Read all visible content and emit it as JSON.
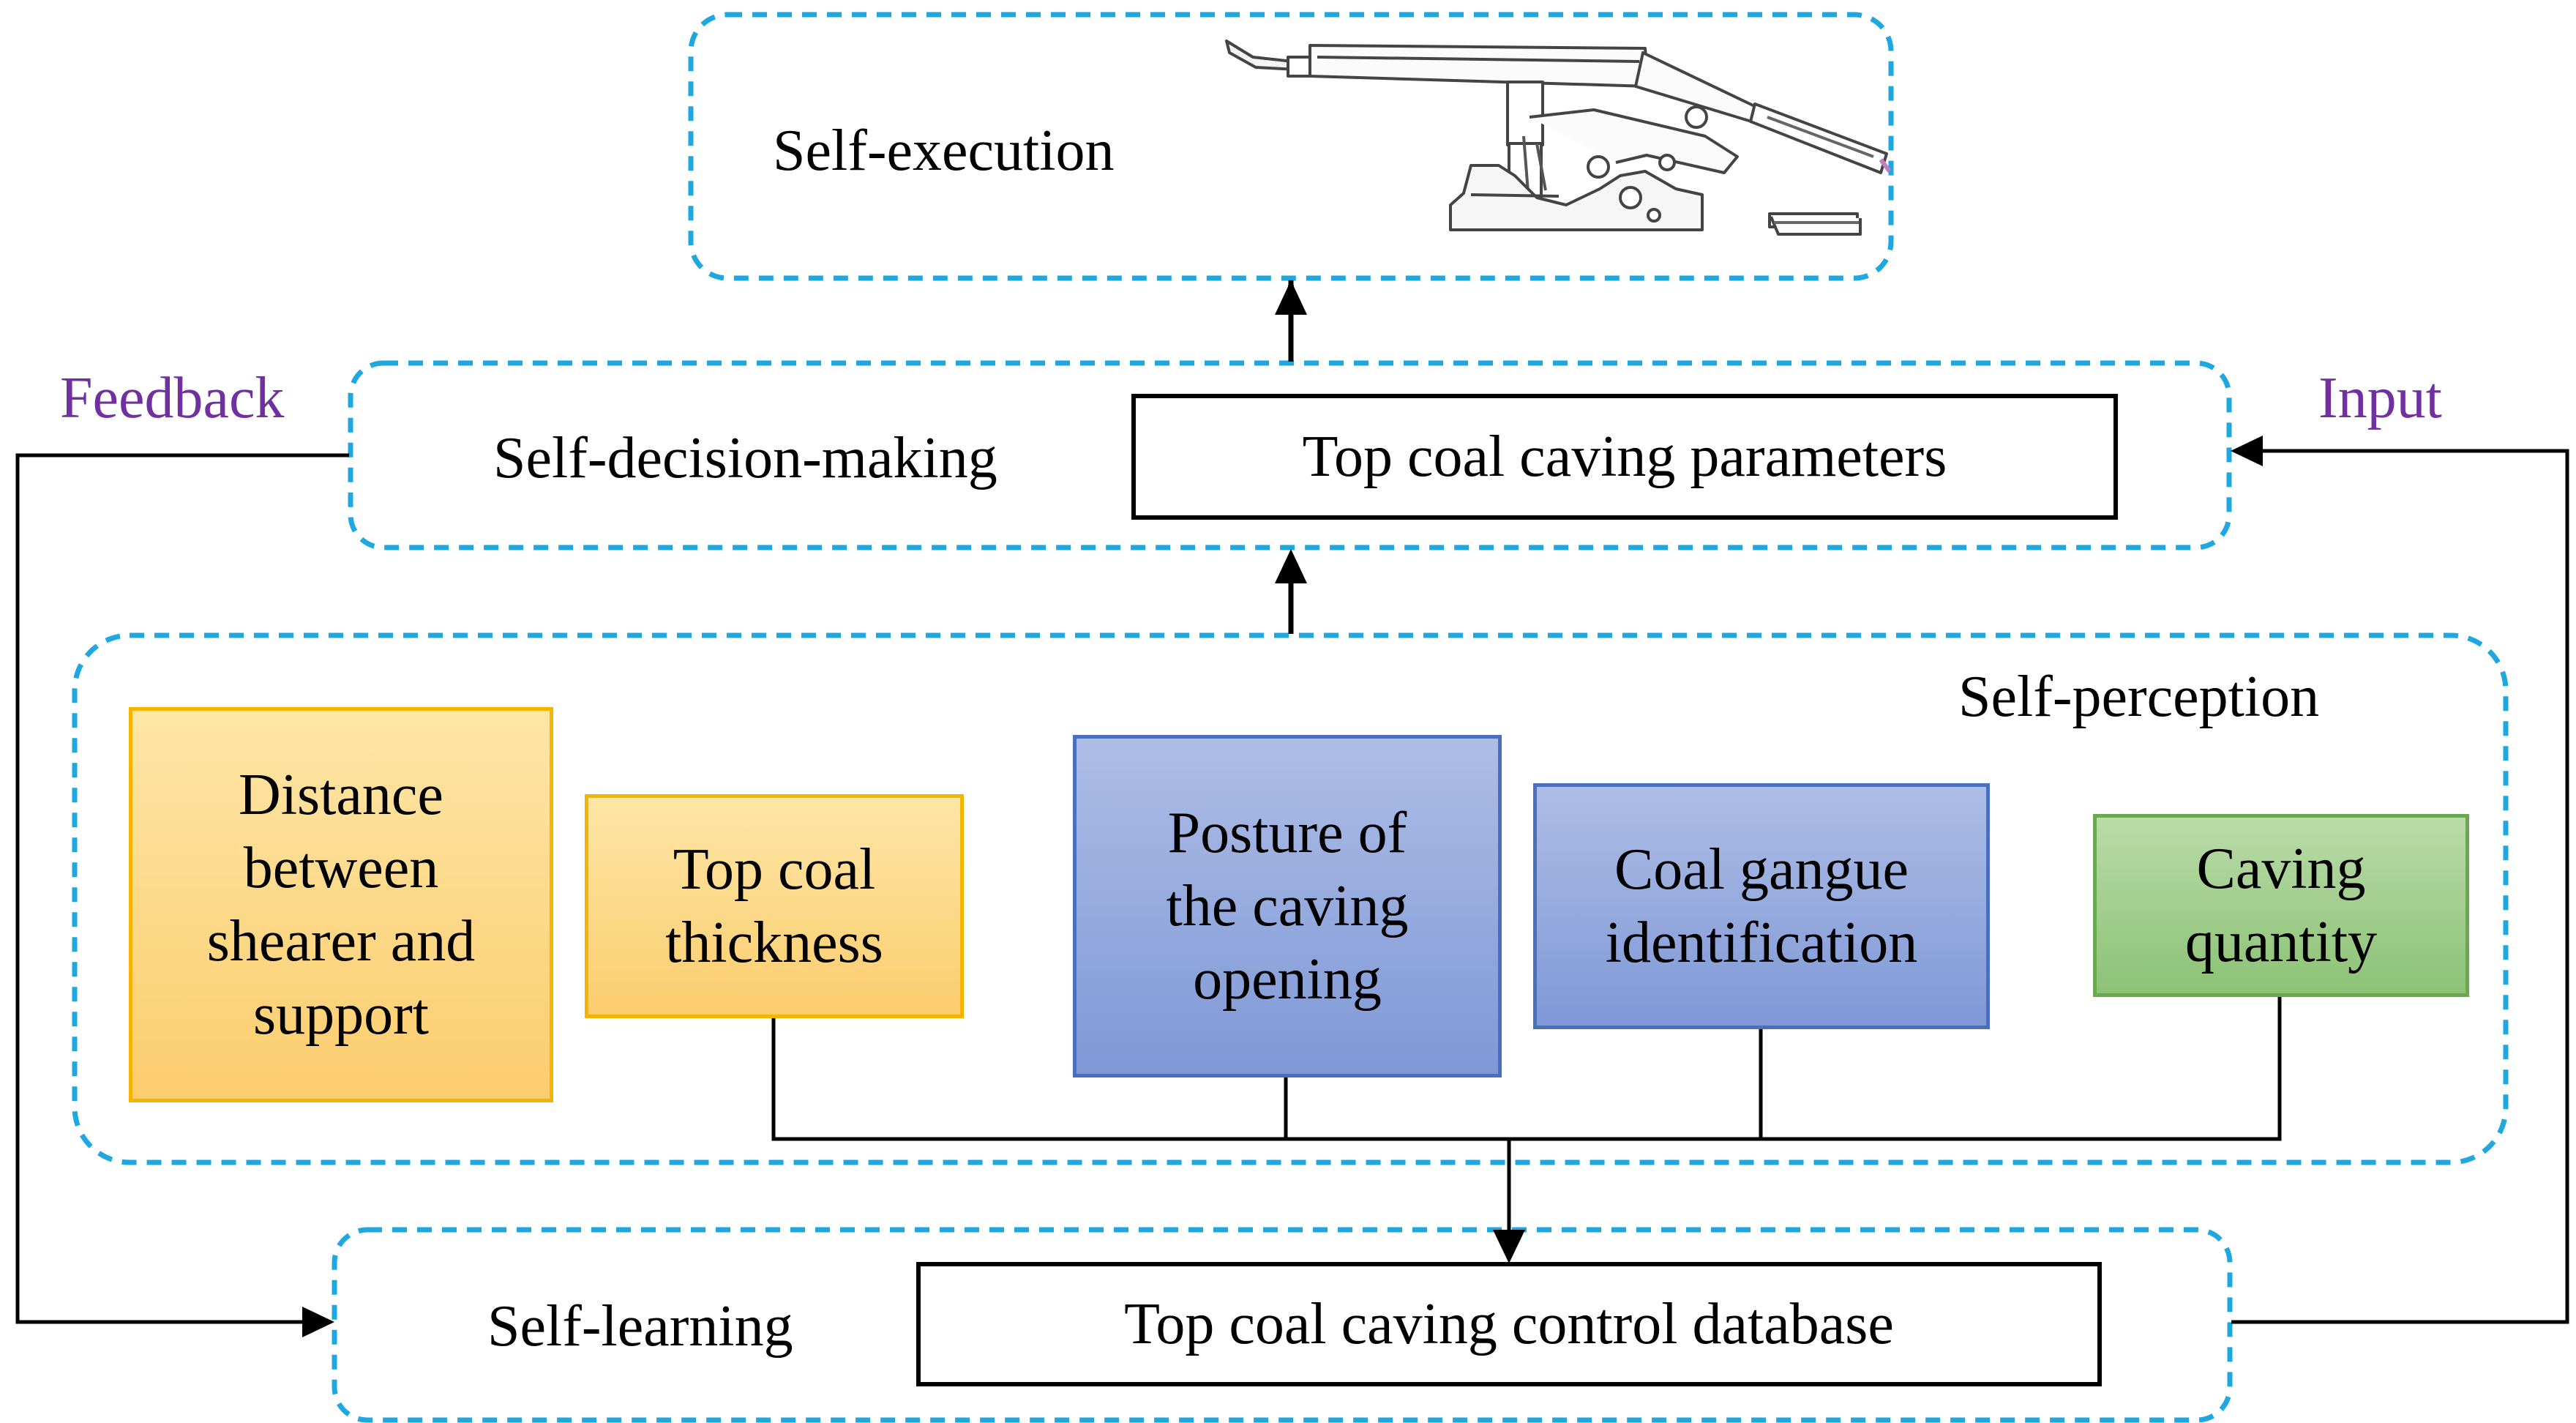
{
  "colors": {
    "dashed_border": "#1fa8e0",
    "connector": "#000000",
    "side_label": "#7030a0",
    "orange_fill": "#fccd6e",
    "orange_border": "#f4b400",
    "blue_fill": "#93a9dd",
    "blue_border": "#4a6fbf",
    "green_fill": "#a3cf8e",
    "green_border": "#6aa84f"
  },
  "labels": {
    "self_execution": "Self-execution",
    "self_decision_making": "Self-decision-making",
    "self_perception": "Self-perception",
    "self_learning": "Self-learning",
    "feedback": "Feedback",
    "input": "Input"
  },
  "boxes": {
    "parameters": "Top coal caving parameters",
    "database": "Top coal caving control database"
  },
  "factors": [
    {
      "text": "Distance\nbetween\nshearer and\nsupport",
      "color": "orange"
    },
    {
      "text": "Top coal\nthickness",
      "color": "orange"
    },
    {
      "text": "Posture of\nthe caving\nopening",
      "color": "blue"
    },
    {
      "text": "Coal gangue\nidentification",
      "color": "blue"
    },
    {
      "text": "Caving\nquantity",
      "color": "green"
    }
  ],
  "icons": {
    "execution_illustration": "hydraulic-support-drawing"
  }
}
